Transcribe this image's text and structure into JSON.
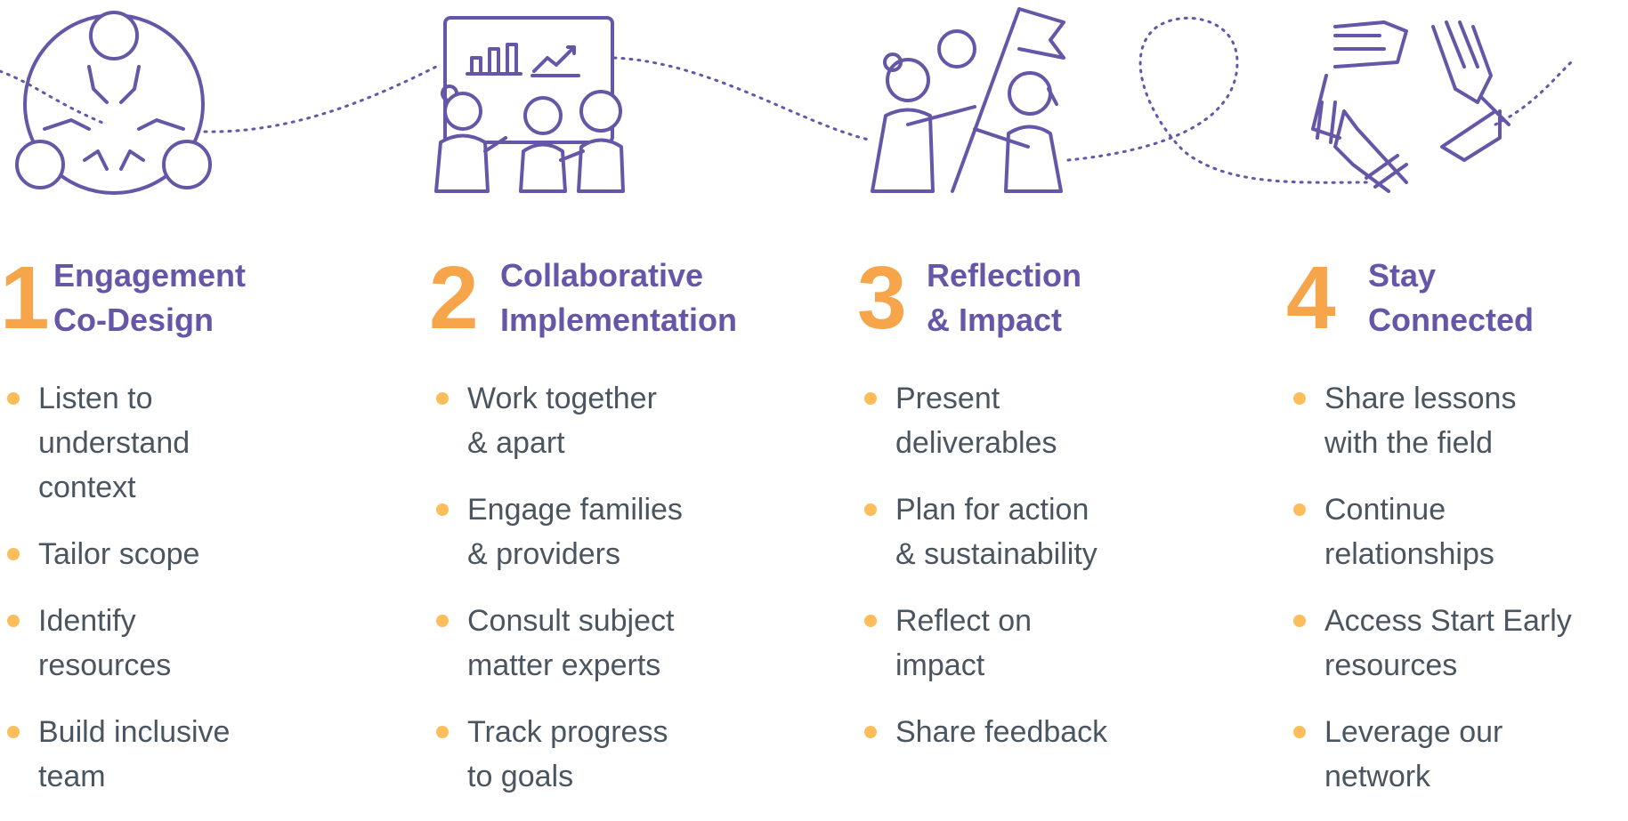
{
  "colors": {
    "accent": "#6656a8",
    "number": "#f7a54a",
    "bullet": "#fdbd5a",
    "text": "#4a5560"
  },
  "steps": [
    {
      "number": "1",
      "title_line1": "Engagement",
      "title_line2": "Co-Design",
      "icon": "team-circle-icon",
      "items": [
        "Listen to\nunderstand\ncontext",
        "Tailor scope",
        "Identify\nresources",
        "Build inclusive\nteam"
      ]
    },
    {
      "number": "2",
      "title_line1": "Collaborative",
      "title_line2": "Implementation",
      "icon": "presentation-board-icon",
      "items": [
        "Work together\n& apart",
        "Engage families\n& providers",
        "Consult subject\nmatter experts",
        "Track progress\nto goals"
      ]
    },
    {
      "number": "3",
      "title_line1": "Reflection",
      "title_line2": "& Impact",
      "icon": "flag-group-icon",
      "items": [
        "Present\ndeliverables",
        "Plan for action\n& sustainability",
        "Reflect on\nimpact",
        "Share feedback"
      ]
    },
    {
      "number": "4",
      "title_line1": "Stay",
      "title_line2": "Connected",
      "icon": "joined-hands-icon",
      "items": [
        "Share lessons\nwith the field",
        "Continue\nrelationships",
        "Access Start Early\nresources",
        "Leverage our\nnetwork"
      ]
    }
  ]
}
